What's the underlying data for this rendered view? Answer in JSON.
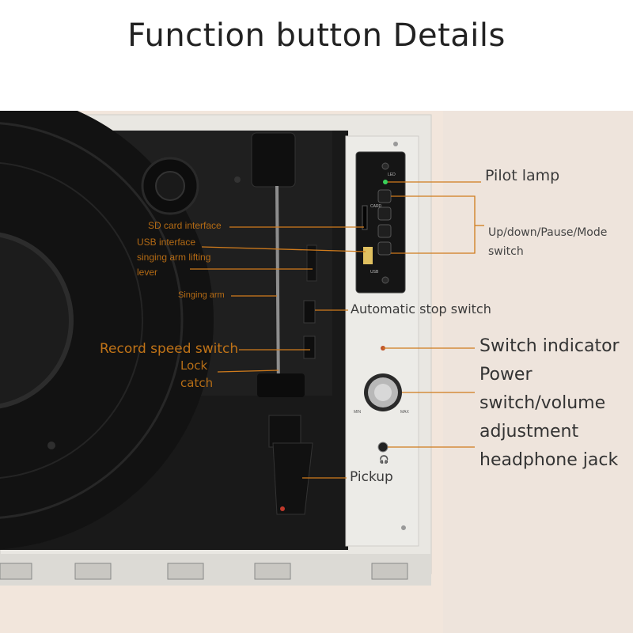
{
  "title": "Function button Details",
  "labels": {
    "pilot_lamp": "Pilot lamp",
    "up_down_line1": "Up/down/Pause/Mode",
    "up_down_line2": "switch",
    "sd_card": "SD card interface",
    "usb": "USB interface",
    "arm_lift_line1": "singing arm lifting",
    "arm_lift_line2": "lever",
    "singing_arm": "Singing arm",
    "auto_stop": "Automatic stop switch",
    "record_speed": "Record speed switch",
    "lock_line1": "Lock",
    "lock_line2": "catch",
    "switch_indicator": "Switch indicator",
    "power_line1": "Power",
    "power_line2": "switch/volume",
    "power_line3": "adjustment",
    "headphone": "headphone jack",
    "pickup": "Pickup"
  },
  "panel_text": {
    "usb": "USB",
    "card": "CARD",
    "led": "LED",
    "min": "MIN",
    "max": "MAX"
  },
  "colors": {
    "callout": "#c07317",
    "background": "#f2e7dd",
    "turntable": "#161616",
    "panel": "#ecebe7"
  }
}
